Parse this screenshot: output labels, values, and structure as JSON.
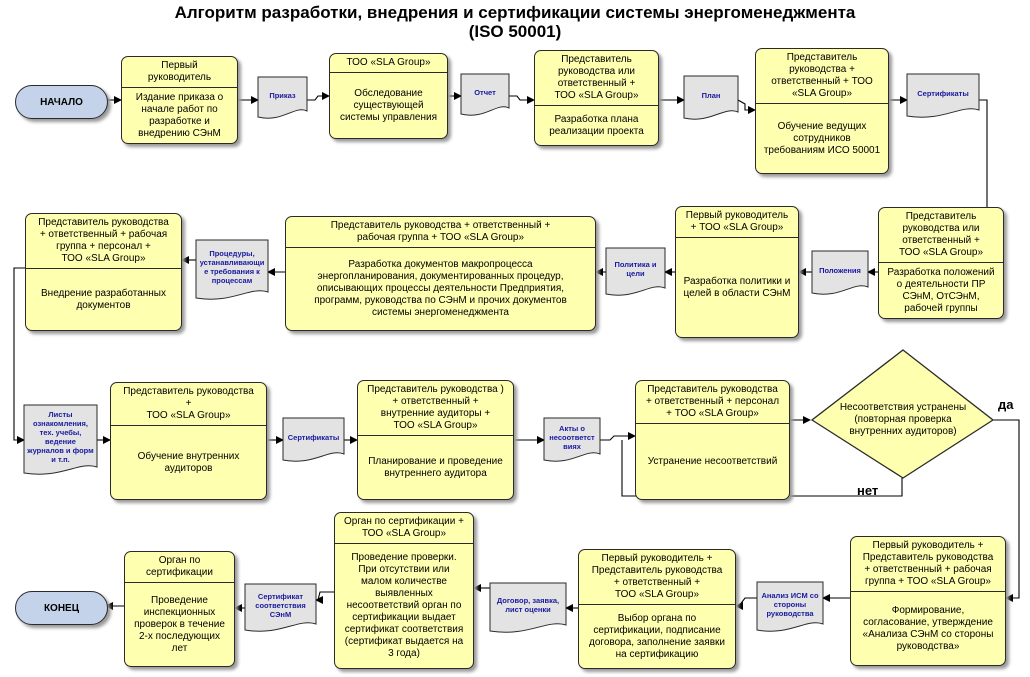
{
  "title": {
    "line1": "Алгоритм разработки, внедрения и сертификации системы энергоменеджмента",
    "line2": "(ISO 50001)"
  },
  "terminals": {
    "start": "НАЧАЛО",
    "end": "КОНЕЦ"
  },
  "steps": [
    {
      "header": "Первый\nруководитель",
      "body": "Издание приказа о\nначале работ по\nразработке и\nвнедрению СЭнМ"
    },
    {
      "header": "ТОО «SLA Group»",
      "body": "Обследование\nсуществующей\nсистемы управления"
    },
    {
      "header": "Представитель\nруководства или\nответственный  +\nТОО «SLA Group»",
      "body": "Разработка плана\nреализации проекта"
    },
    {
      "header": "Представитель\nруководства +\nответственный  + ТОО\n«SLA Group»",
      "body": "Обучение ведущих\nсотрудников\nтребованиям ИСО 50001"
    },
    {
      "header": "Представитель\nруководства  или\nответственный  +\nТОО «SLA Group»",
      "body": "Разработка положений\nо деятельности ПР\nСЭнМ, ОтСЭнМ,\nрабочей группы"
    },
    {
      "header": "Первый руководитель\n+ ТОО «SLA Group»",
      "body": "Разработка политики и\nцелей в области СЭнМ"
    },
    {
      "header": "Представитель руководства + ответственный  +\nрабочая группа + ТОО «SLA Group»",
      "body": "Разработка документов макропроцесса\nэнергопланирования, документированных процедур,\nописывающих процессы деятельности Предприятия,\nпрограмм, руководства по СЭнМ и прочих документов\nсистемы энергоменеджмента"
    },
    {
      "header": "Представитель руководства\n+ ответственный  + рабочая\nгруппа + персонал +\nТОО «SLA Group»",
      "body": "Внедрение разработанных\nдокументов"
    },
    {
      "header": "Представитель руководства\n+\nТОО «SLA Group»",
      "body": "Обучение внутренних\nаудиторов"
    },
    {
      "header": "Представитель руководства )\n+ ответственный  +\nвнутренние аудиторы +\nТОО «SLA Group»",
      "body": "Планирование и проведение\nвнутреннего аудитора"
    },
    {
      "header": "Представитель руководства\n+ ответственный  + персонал\n+ ТОО «SLA Group»",
      "body": "Устранение несоответствий"
    },
    {
      "header": "Первый руководитель +\nПредставитель руководства\n+ ответственный  + рабочая\nгруппа + ТОО «SLA Group»",
      "body": "Формирование,\nсогласование, утверждение\n«Анализа СЭнМ со стороны\nруководства»"
    },
    {
      "header": "Первый руководитель +\nПредставитель руководства\n+ ответственный  +\nТОО «SLA Group»",
      "body": "Выбор органа по\nсертификации, подписание\nдоговора, заполнение заявки\nна сертификацию"
    },
    {
      "header": "Орган по сертификации +\nТОО «SLA Group»",
      "body": "Проведение проверки.\nПри отсутствии или\nмалом количестве\nвыявленных\nнесоответствий орган по\nсертификации выдает\nсертификат соответствия\n(сертификат выдается на\n3 года)"
    },
    {
      "header": "Орган по\nсертификации",
      "body": "Проведение\nинспекционных\nпроверок в течение\n2-х последующих\nлет"
    }
  ],
  "documents": [
    "Приказ",
    "Отчет",
    "План",
    "Сертификаты",
    "Положения",
    "Политика и\nцели",
    "Процедуры,\nустанавливающи\nе требования к\nпроцессам",
    "Листы\nознакомления,\nтех. учебы,\nведение\nжурналов и форм\nи т.п.",
    "Сертификаты",
    "Акты о\nнесоответст\nвиях",
    "Анализ ИСМ со\nстороны\nруководства",
    "Договор, заявка,\nлист оценки",
    "Сертификат\nсоответствия\nСЭнМ"
  ],
  "decision": {
    "text": "Несоответствия устранены\n(повторная проверка\nвнутренних аудиторов)",
    "yes": "да",
    "no": "нет"
  },
  "colors": {
    "process_fill": "#ffffb0",
    "document_fill": "#e3e3e3",
    "terminal_fill": "#c4d3ea",
    "document_text": "#1a1aa0"
  }
}
